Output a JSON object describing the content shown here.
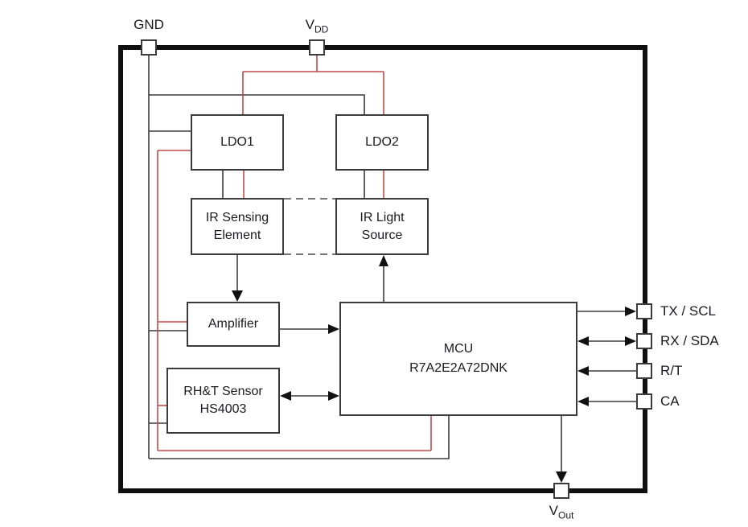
{
  "pins": {
    "gnd": {
      "label": "GND"
    },
    "vdd": {
      "main": "V",
      "sub": "DD"
    },
    "vout": {
      "main": "V",
      "sub": "Out"
    },
    "tx_scl": {
      "label": "TX / SCL"
    },
    "rx_sda": {
      "label": "RX / SDA"
    },
    "rt": {
      "label": "R/T"
    },
    "ca": {
      "label": "CA"
    }
  },
  "blocks": {
    "ldo1": {
      "label": "LDO1"
    },
    "ldo2": {
      "label": "LDO2"
    },
    "ir_sensing": {
      "line1": "IR Sensing",
      "line2": "Element"
    },
    "ir_light": {
      "line1": "IR Light",
      "line2": "Source"
    },
    "amplifier": {
      "label": "Amplifier"
    },
    "mcu": {
      "line1": "MCU",
      "line2": "R7A2E2A72DNK"
    },
    "rht_sensor": {
      "line1": "RH&T Sensor",
      "line2": "HS4003"
    }
  },
  "colors": {
    "signal_wire": "#3b3b3b",
    "power_wire": "#bf4c48",
    "module_border": "#0f0f0f",
    "text": "#1a1a22"
  }
}
